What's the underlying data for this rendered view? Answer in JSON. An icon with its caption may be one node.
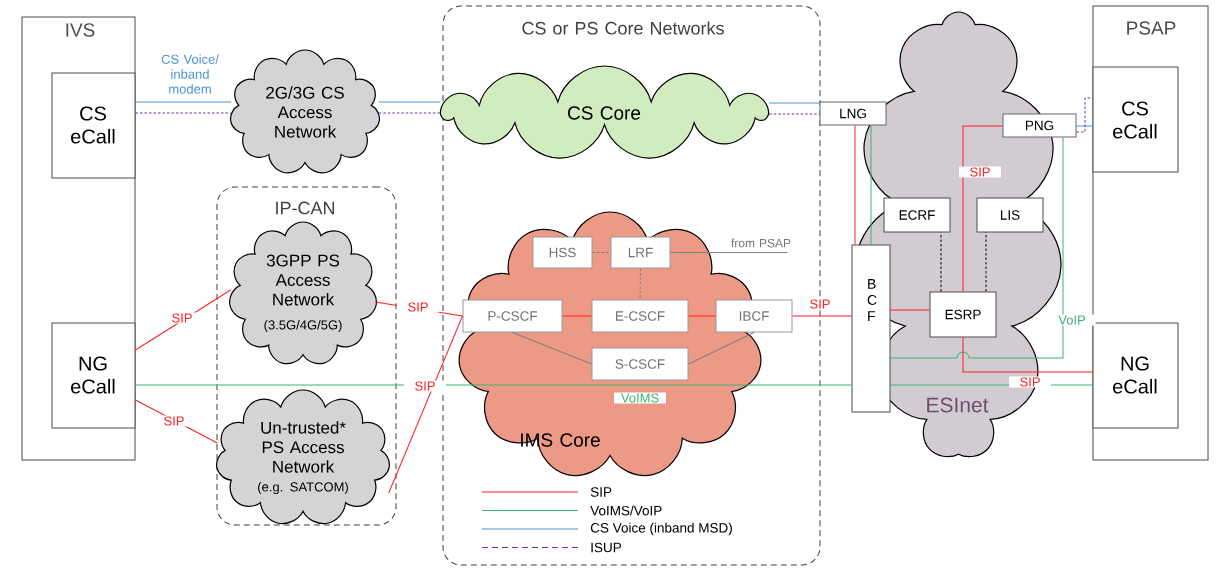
{
  "diagram": {
    "nodes": [
      {
        "text": [
          "IVS"
        ]
      },
      {
        "text": [
          "CS eCall"
        ],
        "in": 0
      },
      {
        "text": [
          "NG eCall"
        ],
        "in": 0
      },
      {
        "text": [
          "2G/3G CS Access Network"
        ]
      },
      {
        "text": [
          "IP-CAN"
        ]
      },
      {
        "text": [
          "3GPP PS Access Network",
          "(3.5G/4G/5G)"
        ],
        "in": 4
      },
      {
        "text": [
          "Un-trusted* PS Access Network",
          "(e.g. SATCOM)"
        ],
        "in": 4
      },
      {
        "text": [
          "CS or PS Core Networks"
        ]
      },
      {
        "text": [
          "CS Core"
        ],
        "in": 7
      },
      {
        "text": [
          "IMS Core"
        ],
        "in": 7
      },
      {
        "text": [
          "HSS"
        ],
        "in": 9
      },
      {
        "text": [
          "LRF"
        ],
        "in": 9
      },
      {
        "text": [
          "P-CSCF"
        ],
        "in": 9
      },
      {
        "text": [
          "E-CSCF"
        ],
        "in": 9
      },
      {
        "text": [
          "S-CSCF"
        ],
        "in": 9
      },
      {
        "text": [
          "IBCF"
        ],
        "in": 9
      },
      {
        "text": [
          "from PSAP"
        ],
        "in": 7
      },
      {
        "text": [
          "ESInet"
        ]
      },
      {
        "text": [
          "LNG"
        ]
      },
      {
        "text": [
          "PNG"
        ],
        "in": 17
      },
      {
        "text": [
          "ECRF"
        ],
        "in": 17
      },
      {
        "text": [
          "LIS"
        ],
        "in": 17
      },
      {
        "text": [
          "B C F"
        ]
      },
      {
        "text": [
          "ESRP"
        ],
        "in": 17
      },
      {
        "text": [
          "PSAP"
        ]
      },
      {
        "text": [
          "CS eCall"
        ],
        "in": 24
      },
      {
        "text": [
          "NG eCall"
        ],
        "in": 24
      }
    ],
    "edges": [
      {
        "from": 1,
        "to": 3,
        "arrow": "none",
        "color": "#4a90d9",
        "label": "CS Voice/ inband modem"
      },
      {
        "from": 1,
        "to": 3,
        "arrow": "none",
        "color": "#7030a0",
        "style": "dashed"
      },
      {
        "from": 3,
        "to": 8,
        "arrow": "none",
        "color": "#4a90d9"
      },
      {
        "from": 3,
        "to": 8,
        "arrow": "none",
        "color": "#7030a0",
        "style": "dashed"
      },
      {
        "from": 8,
        "to": 18,
        "arrow": "none",
        "color": "#4a90d9"
      },
      {
        "from": 8,
        "to": 18,
        "arrow": "none",
        "color": "#7030a0",
        "style": "dashed"
      },
      {
        "from": 18,
        "to": 22,
        "arrow": "none"
      },
      {
        "from": 18,
        "to": 22,
        "arrow": "none",
        "color": "#3cb371"
      },
      {
        "from": 19,
        "to": 25,
        "arrow": "none",
        "color": "#4a90d9"
      },
      {
        "from": 19,
        "to": 25,
        "arrow": "none",
        "color": "#7030a0",
        "style": "dashed"
      },
      {
        "from": 2,
        "to": 5,
        "arrow": "none",
        "label": "SIP"
      },
      {
        "from": 2,
        "to": 6,
        "arrow": "none",
        "label": "SIP"
      },
      {
        "from": 5,
        "to": 12,
        "arrow": "none",
        "label": "SIP"
      },
      {
        "from": 6,
        "to": 12,
        "arrow": "none",
        "label": "SIP"
      },
      {
        "from": 2,
        "to": 22,
        "arrow": "none",
        "color": "#3cb371",
        "label": "VoIMS"
      },
      {
        "from": 22,
        "to": 26,
        "arrow": "none",
        "color": "#3cb371"
      },
      {
        "from": 12,
        "to": 13,
        "arrow": "none"
      },
      {
        "from": 13,
        "to": 15,
        "arrow": "none"
      },
      {
        "from": 12,
        "to": 14,
        "arrow": "none",
        "color": "#808080"
      },
      {
        "from": 15,
        "to": 14,
        "arrow": "none",
        "color": "#808080"
      },
      {
        "from": 10,
        "to": 11,
        "arrow": "none",
        "color": "#808080",
        "style": "dashed"
      },
      {
        "from": 11,
        "to": 13,
        "arrow": "none",
        "color": "#808080",
        "style": "dashed"
      },
      {
        "from": 11,
        "to": 16,
        "arrow": "none",
        "color": "#808080"
      },
      {
        "from": 15,
        "to": 22,
        "arrow": "none",
        "label": "SIP"
      },
      {
        "from": 22,
        "to": 23,
        "arrow": "none"
      },
      {
        "from": 23,
        "to": 20,
        "arrow": "none",
        "color": "#000000",
        "style": "dashed"
      },
      {
        "from": 23,
        "to": 21,
        "arrow": "none",
        "color": "#000000",
        "style": "dashed"
      },
      {
        "from": 23,
        "to": 19,
        "arrow": "none",
        "label": "SIP"
      },
      {
        "from": 22,
        "to": 19,
        "arrow": "none",
        "color": "#3cb371",
        "label": "VoIP"
      },
      {
        "from": 23,
        "to": 26,
        "arrow": "none",
        "label": "SIP"
      }
    ],
    "legend": [
      {
        "text": "SIP"
      },
      {
        "text": "VoIMS/VoIP"
      },
      {
        "text": "CS Voice (inband MSD)"
      },
      {
        "text": "ISUP"
      }
    ]
  }
}
